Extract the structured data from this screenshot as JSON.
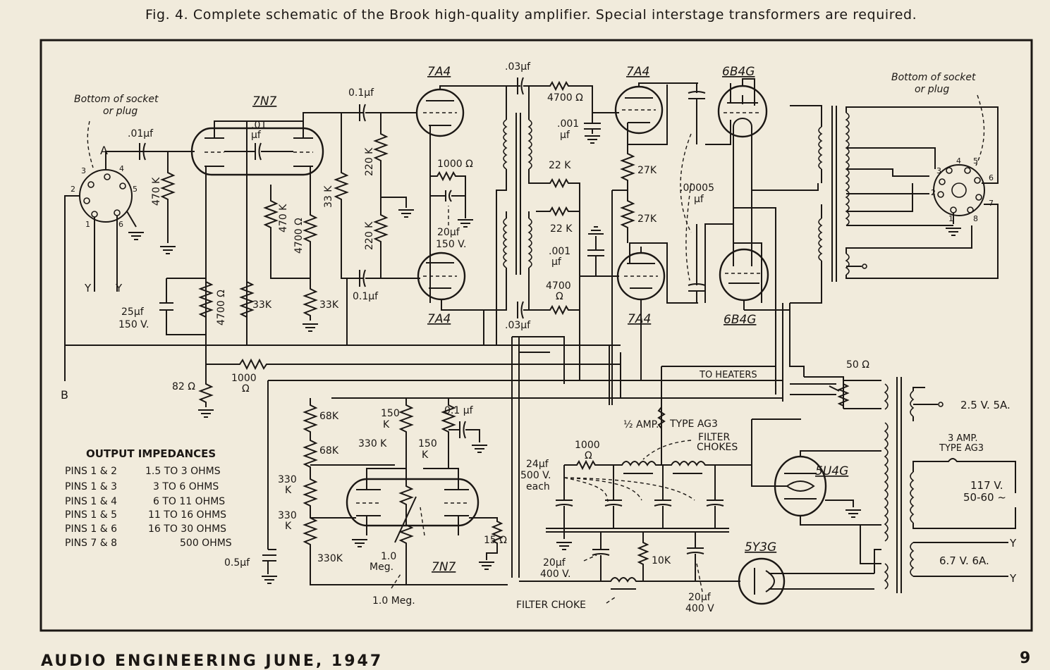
{
  "caption": "Fig. 4. Complete schematic of the Brook high-quality amplifier. Special interstage transformers are required.",
  "footer": {
    "left": "AUDIO ENGINEERING  JUNE, 1947",
    "right": "9"
  },
  "tubes": {
    "v1": "7N7",
    "v2a": "7A4",
    "v2b": "7A4",
    "v3a": "7A4",
    "v3b": "7A4",
    "v4a": "6B4G",
    "v4b": "6B4G",
    "v5": "7N7",
    "rect1": "5U4G",
    "rect2": "5Y3G"
  },
  "sockets": {
    "input_note": "Bottom of socket\nor plug",
    "output_note": "Bottom of socket\nor plug",
    "input_pins": [
      "1",
      "2",
      "3",
      "4",
      "5",
      "6"
    ],
    "output_pins": [
      "1",
      "2",
      "3",
      "4",
      "5",
      "6",
      "7",
      "8"
    ]
  },
  "terminals": {
    "A": "A",
    "B": "B",
    "Y1": "Y",
    "Y2": "Y",
    "Y3": "Y",
    "Y4": "Y"
  },
  "components": {
    "c_in": ".01µf",
    "r_in": "470 K",
    "c_couple1a": ".01",
    "c_couple1b": "µf",
    "r_470k_b": "470 K",
    "r_4700_b": "4700 Ω",
    "c_01_top": "0.1µf",
    "c_01_bot": "0.1µf",
    "r_220k_a": "220 K",
    "r_220k_b": "220 K",
    "r_33k_mid": "33 K",
    "r_33k_a": "33K",
    "r_33k_b": "33K",
    "c_25": "25µf",
    "c_25v": "150 V.",
    "r_4700_k": "4700 Ω",
    "r_1000_k": "1000 Ω",
    "c_20_k": "20µf",
    "c_20_kv": "150 V.",
    "c_03_top": ".03µf",
    "c_03_bot": ".03µf",
    "r_4700_top": "4700 Ω",
    "r_4700_bot": "4700",
    "r_4700_bot_u": "Ω",
    "c_001_top": ".001",
    "c_001_top_u": "µf",
    "c_001_bot": ".001",
    "c_001_bot_u": "µf",
    "r_22k_top": "22 K",
    "r_22k_bot": "22 K",
    "r_27k_a": "27K",
    "r_27k_b": "27K",
    "c_00005": ".00005",
    "c_00005_u": "µf",
    "r_1000_fb": "1000",
    "r_1000_fb_u": "Ω",
    "r_82": "82 Ω",
    "to_heaters": "TO HEATERS",
    "pot_50": "50 Ω",
    "r_68k_a": "68K",
    "r_68k_b": "68K",
    "r_150k_a": "150",
    "r_150k_a_u": "K",
    "r_150k_b": "150",
    "r_150k_b_u": "K",
    "r_330k_a": "330 K",
    "r_330k_b": "330",
    "r_330k_b_u": "K",
    "r_330k_c": "330",
    "r_330k_c_u": "K",
    "r_330k_d": "330K",
    "c_01_v5": "0.1 µf",
    "r_15": "15 Ω",
    "c_05": "0.5µf",
    "r_1meg_a": "1.0",
    "r_1meg_a_u": "Meg.",
    "r_1meg_b": "1.0 Meg.",
    "fuse_half": "½ AMP.",
    "fuse_type": "TYPE AG3",
    "filter_chokes": "FILTER",
    "filter_chokes_b": "CHOKES",
    "c_24": "24µf",
    "c_24_v": "500 V.",
    "c_24_each": "each",
    "r_1000_ps": "1000",
    "r_1000_ps_u": "Ω",
    "c_20_ps1": "20µf",
    "c_20_ps1_v": "400 V.",
    "r_10k": "10K",
    "c_20_ps2": "20µf",
    "c_20_ps2_v": "400 V",
    "filter_choke": "FILTER CHOKE",
    "xf_25": "2.5 V. 5A.",
    "fuse_3": "3 AMP.",
    "fuse_3_type": "TYPE AG3",
    "mains": "117 V.",
    "mains_f": "50-60 ~",
    "xf_67": "6.7 V. 6A."
  },
  "output_impedances": {
    "title": "OUTPUT  IMPEDANCES",
    "rows": [
      {
        "pins": "PINS 1 & 2",
        "value": "1.5 TO 3 OHMS"
      },
      {
        "pins": "PINS 1 & 3",
        "value": "3 TO 6 OHMS"
      },
      {
        "pins": "PINS 1 & 4",
        "value": "6 TO 11 OHMS"
      },
      {
        "pins": "PINS 1 & 5",
        "value": "11 TO 16 OHMS"
      },
      {
        "pins": "PINS 1 & 6",
        "value": "16 TO 30 OHMS"
      },
      {
        "pins": "PINS 7 & 8",
        "value": "500 OHMS"
      }
    ]
  }
}
